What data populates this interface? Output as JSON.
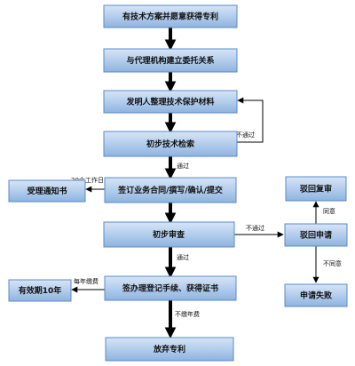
{
  "nodes": {
    "have_scheme": "有技术方案并愿意获得专利",
    "agency": "与代理机构建立委托关系",
    "organize": "发明人整理技术保护材料",
    "preliminary_search": "初步技术检索",
    "sign_contract": "签订业务合同/撰写/确认/提交",
    "acceptance_notice": "受理通知书",
    "preliminary_exam": "初步审查",
    "rejection_review": "驳回复审",
    "rejection_application": "驳回申请",
    "application_fail": "申请失败",
    "register": "签办理登记手续、获得证书",
    "valid_10_years": "有效期10年",
    "abandon": "放弃专利"
  },
  "edges": {
    "not_pass_1": "不通过",
    "pass_1": "通过",
    "workdays": "20个工作日",
    "not_pass_2": "不通过",
    "pass_2": "通过",
    "agree": "同意",
    "disagree": "不同意",
    "annual_fee": "每年缴费",
    "no_annual_fee": "不缴年费"
  }
}
